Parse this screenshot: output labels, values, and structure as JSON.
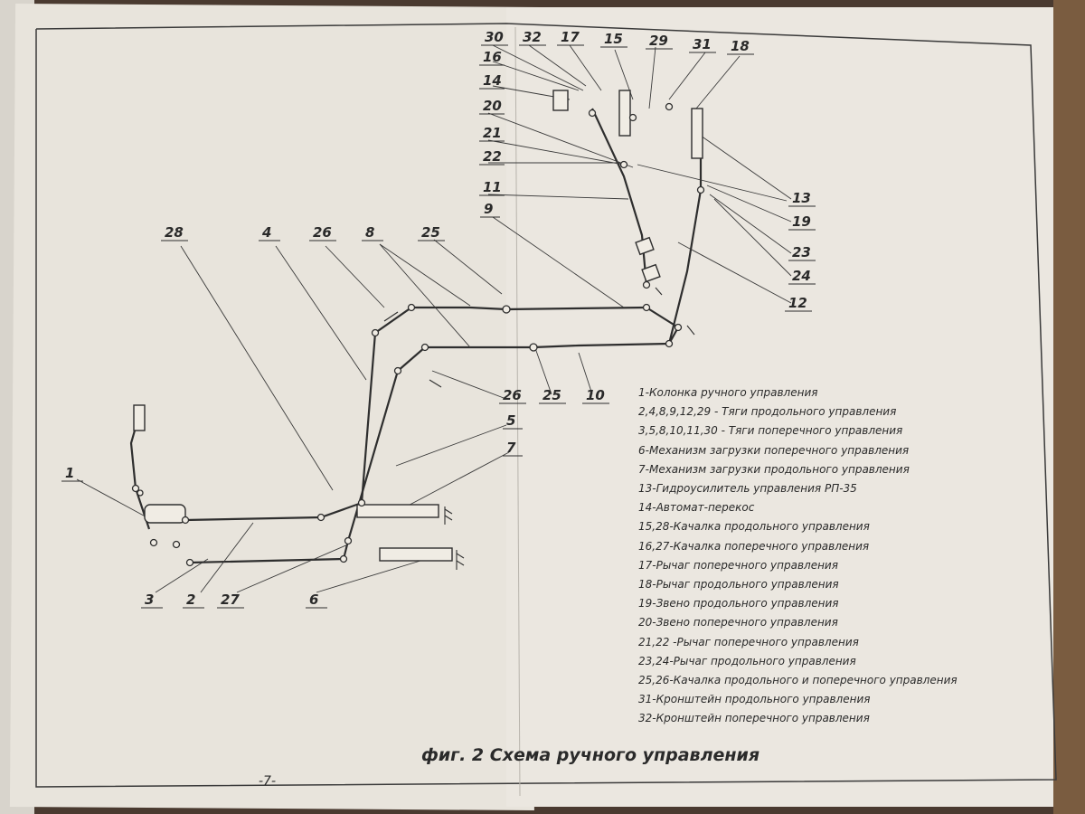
{
  "caption": "фиг. 2   Схема ручного управления",
  "page_number": "-7-",
  "labels": {
    "l1": "1",
    "l2": "2",
    "l3": "3",
    "l4": "4",
    "l5": "5",
    "l6": "6",
    "l7": "7",
    "l8": "8",
    "l9": "9",
    "l10": "10",
    "l11": "11",
    "l12": "12",
    "l13": "13",
    "l14": "14",
    "l15": "15",
    "l16": "16",
    "l17": "17",
    "l18": "18",
    "l19": "19",
    "l20": "20",
    "l21": "21",
    "l22": "22",
    "l23": "23",
    "l24": "24",
    "l25a": "25",
    "l25b": "25",
    "l26a": "26",
    "l26b": "26",
    "l27": "27",
    "l28": "28",
    "l29": "29",
    "l30": "30",
    "l31": "31",
    "l32": "32"
  },
  "legend": [
    "1-Колонка ручного управления",
    "2,4,8,9,12,29 - Тяги продольного управления",
    "3,5,8,10,11,30 - Тяги поперечного управления",
    "6-Механизм загрузки поперечного управления",
    "7-Механизм загрузки продольного управления",
    "13-Гидроусилитель управления РП-35",
    "14-Автомат-перекос",
    "15,28-Качалка продольного управления",
    "16,27-Качалка поперечного управления",
    "17-Рычаг поперечного управления",
    "18-Рычаг продольного управления",
    "19-Звено продольного управления",
    "20-Звено поперечного управления",
    "21,22 -Рычаг поперечного управления",
    "23,24-Рычаг продольного управления",
    "25,26-Качалка продольного и поперечного управления",
    "31-Кронштейн продольного управления",
    "32-Кронштейн поперечного управления"
  ]
}
